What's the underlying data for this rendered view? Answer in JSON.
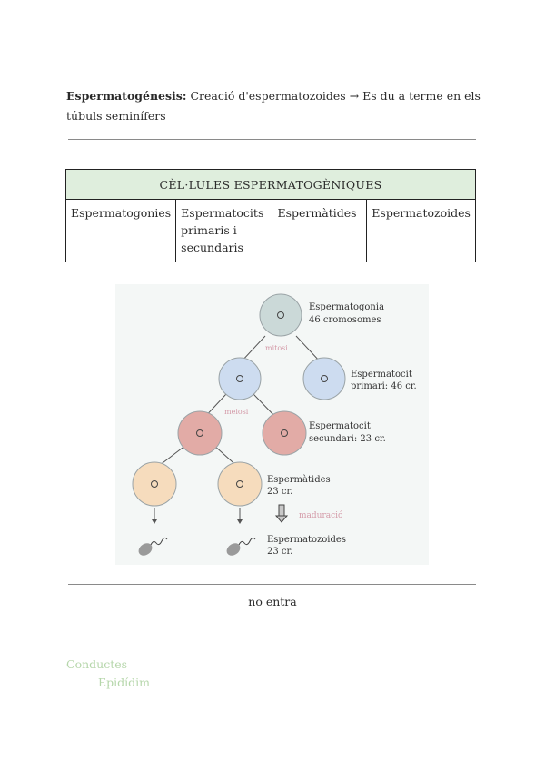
{
  "intro": {
    "term": "Espermatogénesis:",
    "text": "Creació d'espermatozoides → Es du a terme en els túbuls seminífers"
  },
  "table": {
    "header": "CÈL·LULES ESPERMATOGÈNIQUES",
    "cells": [
      "Espermatogonies",
      "Espermatocits primaris i secundaris",
      "Espermàtides",
      "Espermatozoides"
    ]
  },
  "figure": {
    "labels": {
      "espermatogonia_1": "Espermatogonia",
      "espermatogonia_2": "46 cromosomes",
      "mitosi": "mitosi",
      "primari_1": "Espermatocit",
      "primari_2": "primari: 46 cr.",
      "meiosi": "meiosi",
      "secundari_1": "Espermatocit",
      "secundari_2": "secundari: 23 cr.",
      "espermatides_1": "Espermàtides",
      "espermatides_2": "23 cr.",
      "maduracio": "maduració",
      "espermatozoides_1": "Espermatozoides",
      "espermatozoides_2": "23 cr."
    },
    "colors": {
      "background": "#f4f7f6",
      "espermatogonia": "#cbd9d8",
      "primari": "#cddcf0",
      "secundari": "#e2aba6",
      "espermatides": "#f6dcbd",
      "label_pink": "#d49aa8",
      "sperm": "#9a9a9a"
    }
  },
  "note": "no entra",
  "outline": {
    "item1": "Conductes",
    "item2": "Epidídim"
  }
}
